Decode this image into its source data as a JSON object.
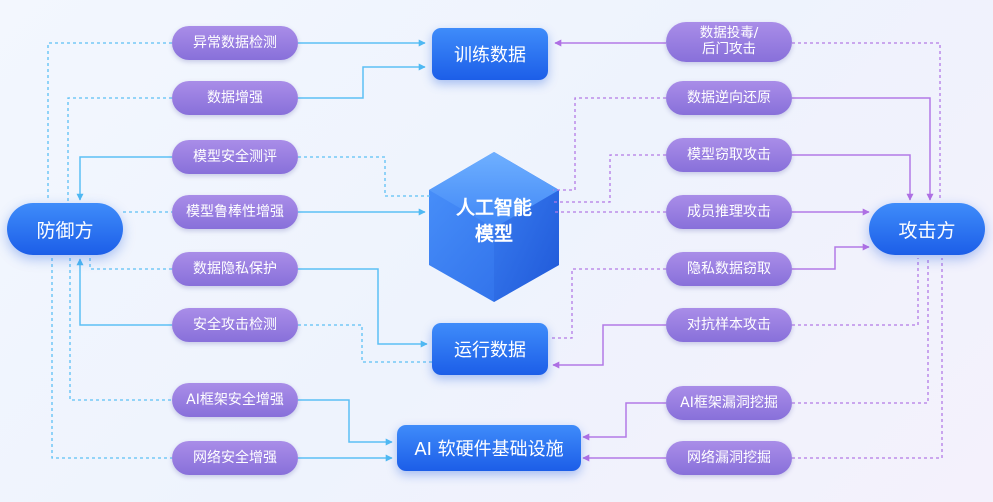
{
  "colors": {
    "defense_line": "#5cc0f5",
    "attack_line": "#b37ae6",
    "pill": "#9a7fe3",
    "node": "#2f7ef5"
  },
  "sides": {
    "defense": "防御方",
    "attack": "攻击方"
  },
  "center": {
    "line1": "人工智能",
    "line2": "模型"
  },
  "targets": {
    "training_data": "训练数据",
    "runtime_data": "运行数据",
    "infrastructure": "AI 软硬件基础设施"
  },
  "defense_items": [
    "异常数据检测",
    "数据增强",
    "模型安全测评",
    "模型鲁棒性增强",
    "数据隐私保护",
    "安全攻击检测",
    "AI框架安全增强",
    "网络安全增强"
  ],
  "attack_items": {
    "poison_line1": "数据投毒/",
    "poison_line2": "后门攻击",
    "list": [
      "数据逆向还原",
      "模型窃取攻击",
      "成员推理攻击",
      "隐私数据窃取",
      "对抗样本攻击",
      "AI框架漏洞挖掘",
      "网络漏洞挖掘"
    ]
  }
}
